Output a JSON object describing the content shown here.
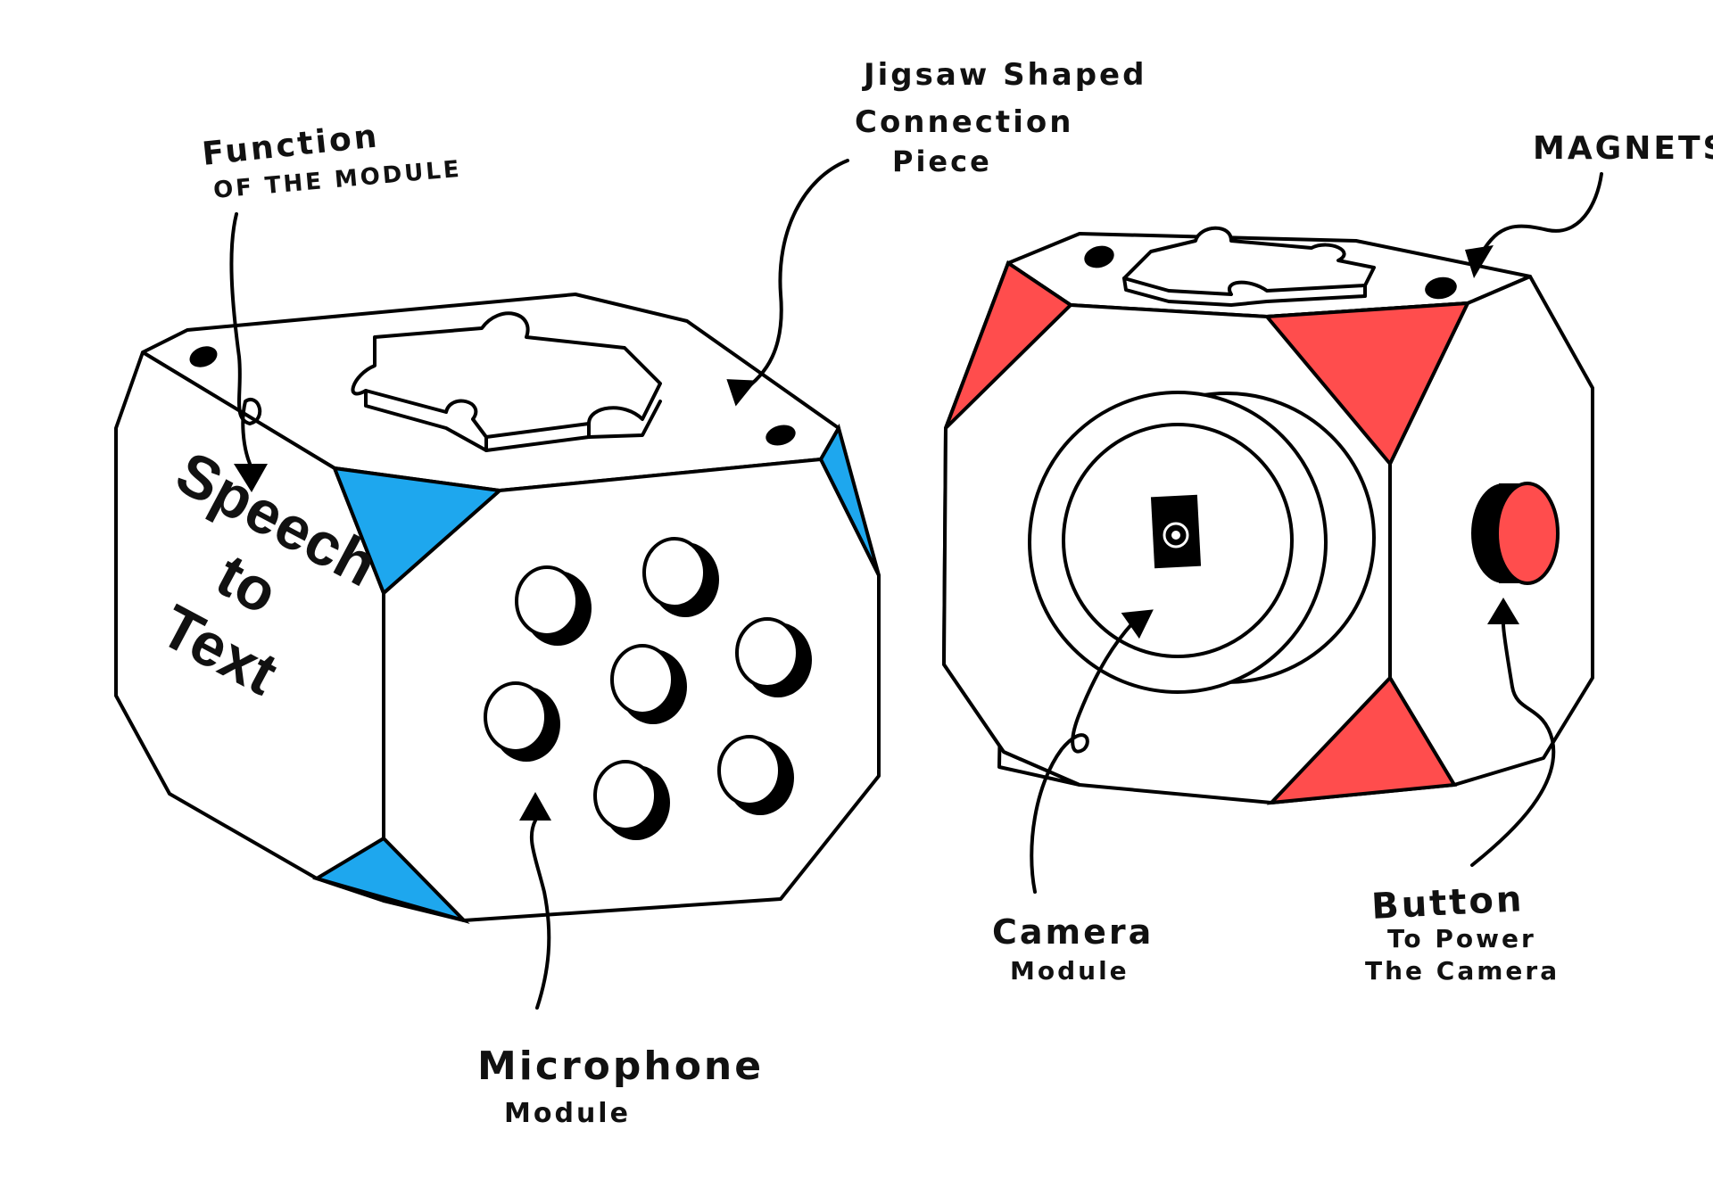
{
  "labels": {
    "function": [
      "Function",
      "OF THE MODULE"
    ],
    "jigsaw": [
      "Jigsaw Shaped",
      "Connection",
      "Piece"
    ],
    "magnets": [
      "MAGNETS"
    ],
    "microphone": [
      "Microphone",
      "Module"
    ],
    "camera": [
      "Camera",
      "Module"
    ],
    "button": [
      "Button",
      "To Power",
      "The Camera"
    ]
  },
  "face_text": [
    "Speech",
    "to",
    "Text"
  ],
  "colors": {
    "mic_accent": "#1ea7ee",
    "camera_accent": "#ff4d4d",
    "outline": "#000000"
  }
}
